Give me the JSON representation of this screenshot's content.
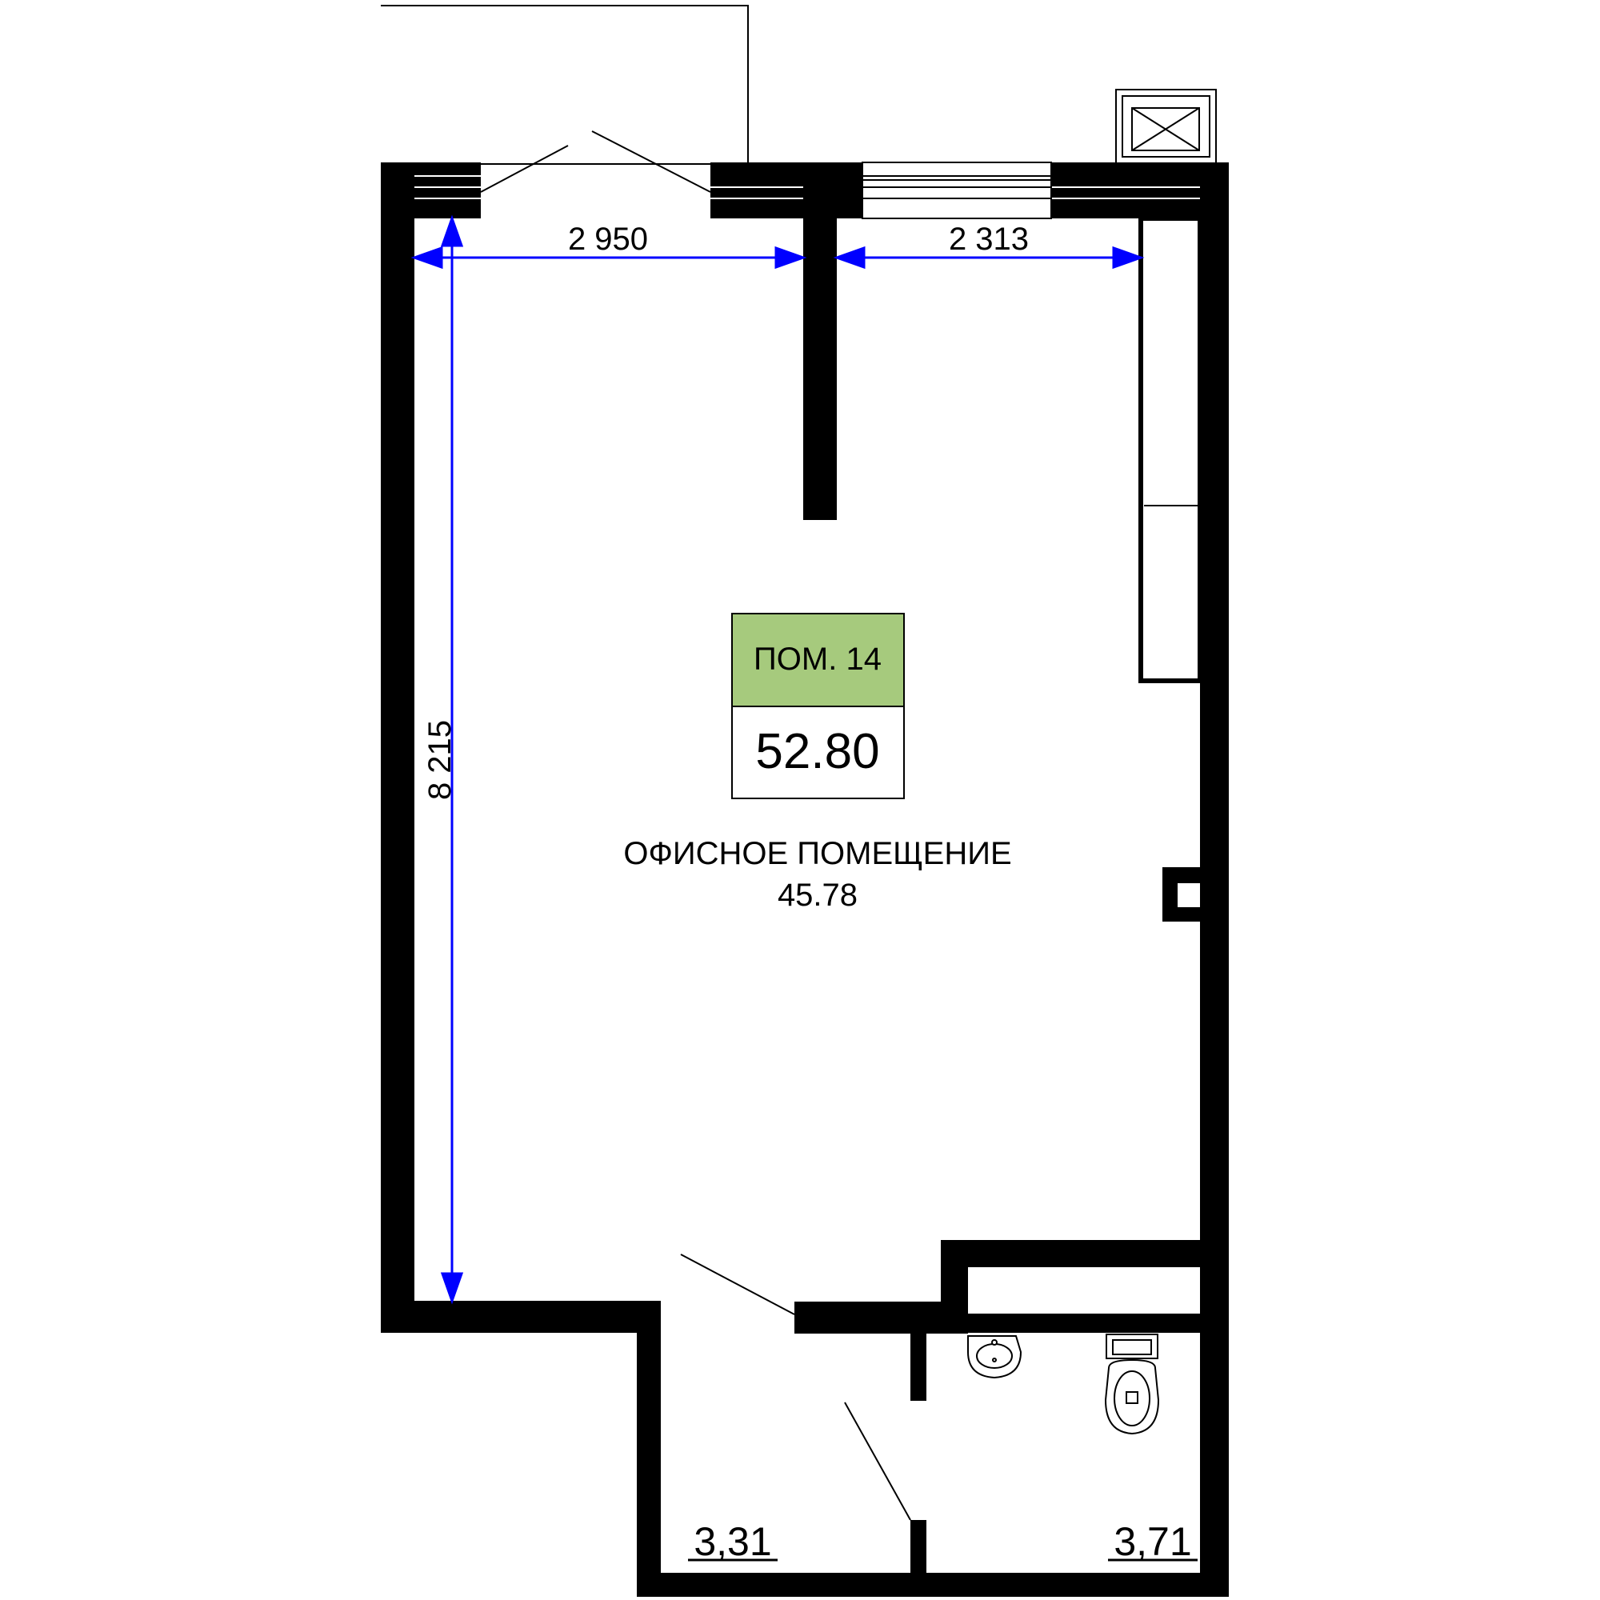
{
  "room": {
    "badge_label": "ПОМ. 14",
    "total_area": "52.80",
    "name": "ОФИСНОЕ ПОМЕЩЕНИЕ",
    "name_area": "45.78",
    "hall_area": "3,31",
    "wc_area": "3,71"
  },
  "dimensions": {
    "width_left": "2 950",
    "width_right": "2 313",
    "height": "8 215"
  },
  "colors": {
    "wall": "#000000",
    "dimension": "#0000ff",
    "badge": "#a6ca7d"
  }
}
